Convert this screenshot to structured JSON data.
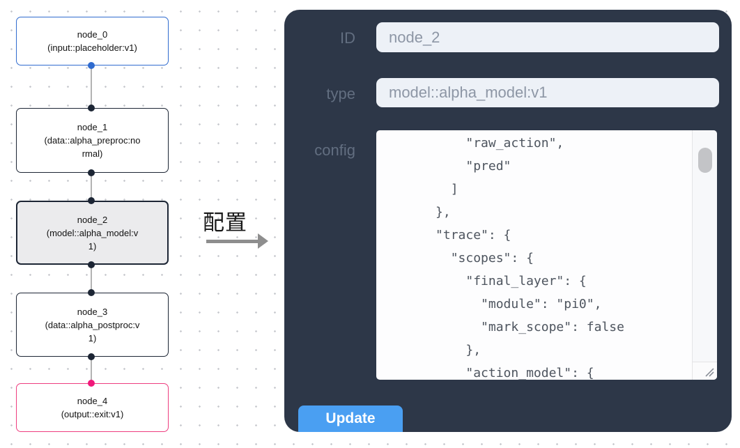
{
  "canvas": {
    "nodes": [
      {
        "title": "node_0",
        "subtitle": "(input::placeholder:v1)",
        "kind": "input"
      },
      {
        "title": "node_1",
        "subtitle": "(data::alpha_preproc:normal)",
        "kind": "data"
      },
      {
        "title": "node_2",
        "subtitle": "(model::alpha_model:v1)",
        "kind": "model-selected"
      },
      {
        "title": "node_3",
        "subtitle": "(data::alpha_postproc:v1)",
        "kind": "data"
      },
      {
        "title": "node_4",
        "subtitle": "(output::exit:v1)",
        "kind": "output"
      }
    ]
  },
  "transition": {
    "label": "配置"
  },
  "panel": {
    "fields": [
      {
        "label": "ID",
        "value": "node_2"
      },
      {
        "label": "type",
        "value": "model::alpha_model:v1"
      }
    ],
    "config": {
      "label": "config",
      "lines": [
        "          \"raw_action\",",
        "          \"pred\"",
        "        ]",
        "      },",
        "      \"trace\": {",
        "        \"scopes\": {",
        "          \"final_layer\": {",
        "            \"module\": \"pi0\",",
        "            \"mark_scope\": false",
        "          },",
        "          \"action_model\": {"
      ]
    },
    "update_label": "Update"
  },
  "colors": {
    "node_blue": "#2f6bcf",
    "node_dark": "#1c2534",
    "node_pink": "#ee3d7f",
    "dot_pink": "#f0187a",
    "selected_fill": "#ebebed",
    "edge_gray": "#b3b3b3",
    "arrow_gray": "#8e8e8e",
    "panel_bg": "#2d3748",
    "label_text": "#626e80",
    "field_bg": "#edf1f7",
    "field_text": "#8d96a5",
    "config_text": "#4d545e",
    "button_bg": "#4a9ff2"
  }
}
